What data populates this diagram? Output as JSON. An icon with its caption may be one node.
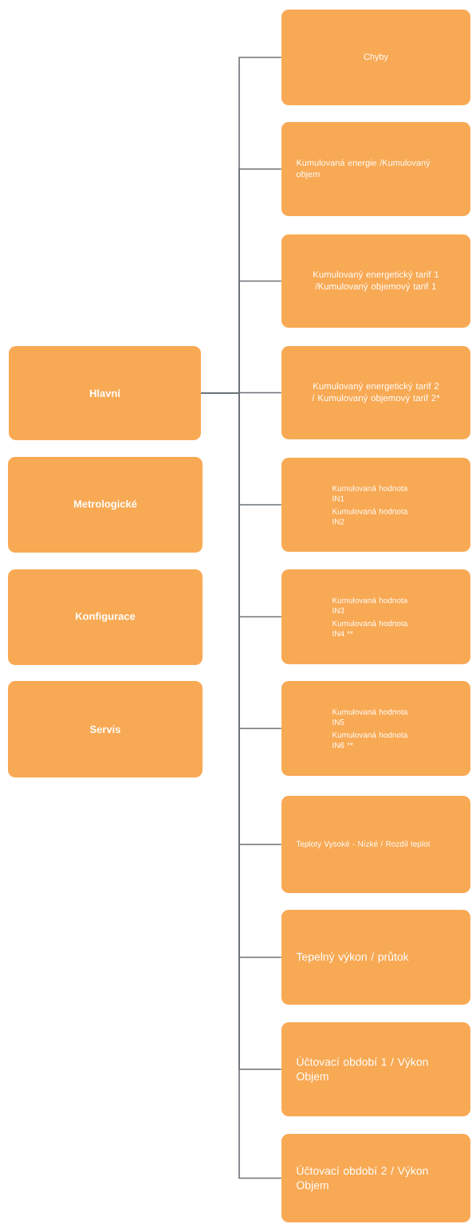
{
  "diagram": {
    "nodes": [
      {
        "text": [
          "Hlavní"
        ]
      },
      {
        "text": [
          "Metrologické"
        ]
      },
      {
        "text": [
          "Konfigurace"
        ]
      },
      {
        "text": [
          "Servis"
        ]
      },
      {
        "text": [
          "Chyby"
        ]
      },
      {
        "text": [
          "Kumulovaná energie /Kumulovaný objem"
        ]
      },
      {
        "text": [
          "Kumulovaný energetický tarif 1 /Kumulovaný objemový tarif 1"
        ]
      },
      {
        "text": [
          "Kumulovaný energetický tarif 2 / Kumulovaný objemový tarif 2*"
        ]
      },
      {
        "text": [
          "Kumulovaná hodnota IN1",
          "Kumulovaná hodnota IN2"
        ]
      },
      {
        "text": [
          "Kumulovaná hodnota IN3",
          "Kumulovaná hodnota IN4 **"
        ]
      },
      {
        "text": [
          "Kumulovaná hodnota IN5",
          "Kumulovaná hodnota IN6 **"
        ]
      },
      {
        "text": [
          "Teploty Vysoké - Nízké / Rozdíl teplot"
        ]
      },
      {
        "text": [
          "Tepelný výkon / průtok"
        ]
      },
      {
        "text": [
          "Účtovací období 1 / Výkon Objem"
        ]
      },
      {
        "text": [
          "Účtovací období 2 / Výkon Objem"
        ]
      }
    ],
    "edges": [
      {
        "from": 0,
        "to": 4,
        "arrow": "none"
      },
      {
        "from": 0,
        "to": 5,
        "arrow": "none"
      },
      {
        "from": 0,
        "to": 6,
        "arrow": "none"
      },
      {
        "from": 0,
        "to": 7,
        "arrow": "none"
      },
      {
        "from": 0,
        "to": 8,
        "arrow": "none"
      },
      {
        "from": 0,
        "to": 9,
        "arrow": "none"
      },
      {
        "from": 0,
        "to": 10,
        "arrow": "none"
      },
      {
        "from": 0,
        "to": 11,
        "arrow": "none"
      },
      {
        "from": 0,
        "to": 12,
        "arrow": "none"
      },
      {
        "from": 0,
        "to": 13,
        "arrow": "none"
      },
      {
        "from": 0,
        "to": 14,
        "arrow": "none"
      }
    ]
  }
}
